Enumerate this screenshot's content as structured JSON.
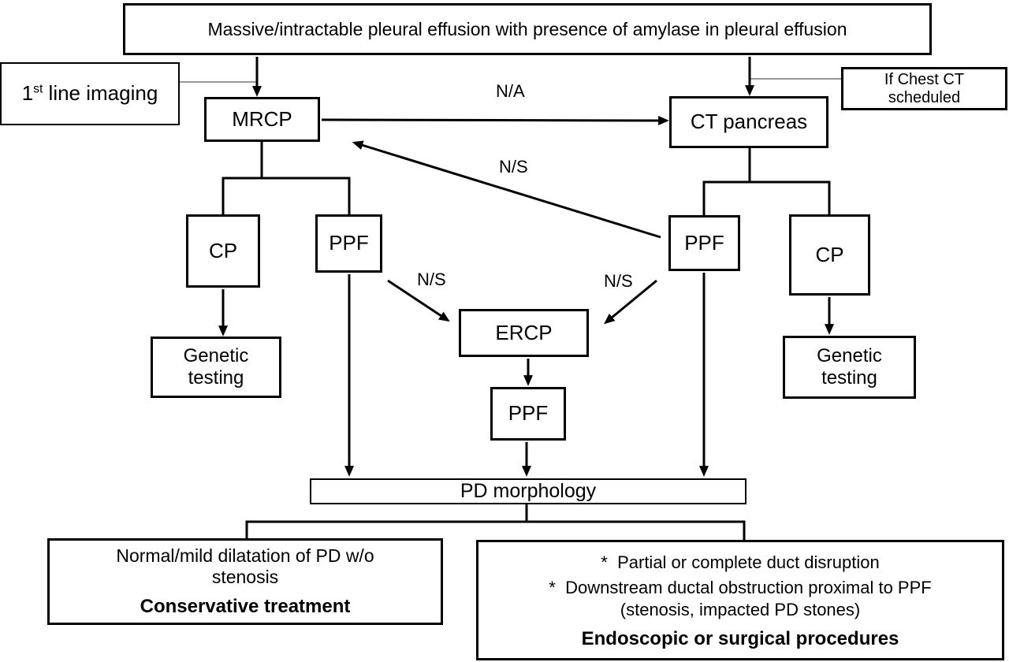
{
  "diagram": {
    "top": "Massive/intractable pleural effusion with presence of amylase in pleural effusion",
    "first_line_imaging": {
      "base": "1",
      "sup": "st",
      "rest": " line imaging"
    },
    "mrcp": "MRCP",
    "ct_pancreas": "CT pancreas",
    "if_chest_ct": {
      "line1": "If Chest CT",
      "line2": "scheduled"
    },
    "cp_left": "CP",
    "ppf_left": "PPF",
    "ppf_right": "PPF",
    "cp_right": "CP",
    "ercp": "ERCP",
    "ppf_mid": "PPF",
    "genetic_left": {
      "line1": "Genetic",
      "line2": "testing"
    },
    "genetic_right": {
      "line1": "Genetic",
      "line2": "testing"
    },
    "pd_morphology": "PD morphology",
    "bottom_left": {
      "line1": "Normal/mild dilatation of PD w/o",
      "line2": "stenosis",
      "bold": "Conservative treatment"
    },
    "bottom_right": {
      "bullet1": "*  Partial or complete duct disruption",
      "bullet2": "*  Downstream ductal obstruction proximal to PPF",
      "bullet2b": "(stenosis, impacted PD stones)",
      "bold": "Endoscopic or surgical procedures"
    },
    "edge_labels": {
      "na": "N/A",
      "ns_to_mrcp": "N/S",
      "ns_left": "N/S",
      "ns_right": "N/S"
    }
  },
  "colors": {
    "line": "#000000",
    "thin_line": "#777777",
    "background": "#ffffff",
    "text": "#000000"
  }
}
